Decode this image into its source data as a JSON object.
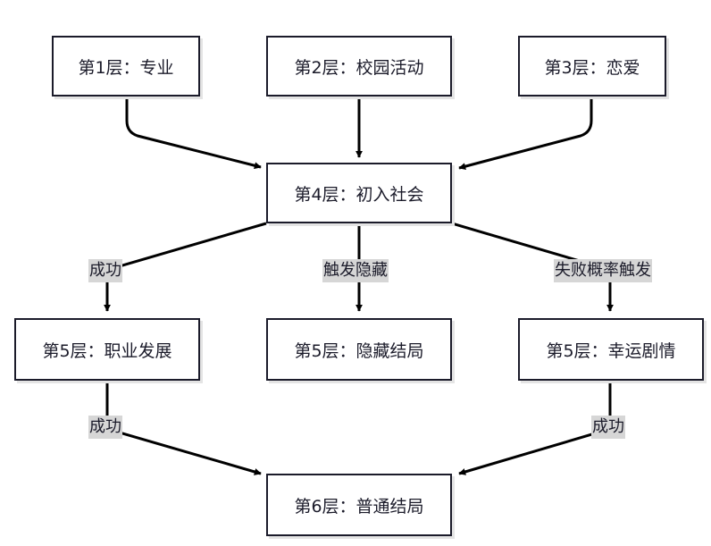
{
  "diagram": {
    "nodes": {
      "major": "第1层：专业",
      "campus": "第2层：校园活动",
      "love": "第3层：恋爱",
      "society": "第4层：初入社会",
      "career": "第5层：职业发展",
      "hidden_ending": "第5层：隐藏结局",
      "lucky_plot": "第5层：幸运剧情",
      "normal_ending": "第6层：普通结局"
    },
    "edge_labels": {
      "success_left": "成功",
      "trigger_hidden": "触发隐藏",
      "failure_chance": "失败概率触发",
      "career_success": "成功",
      "lucky_success": "成功"
    }
  }
}
